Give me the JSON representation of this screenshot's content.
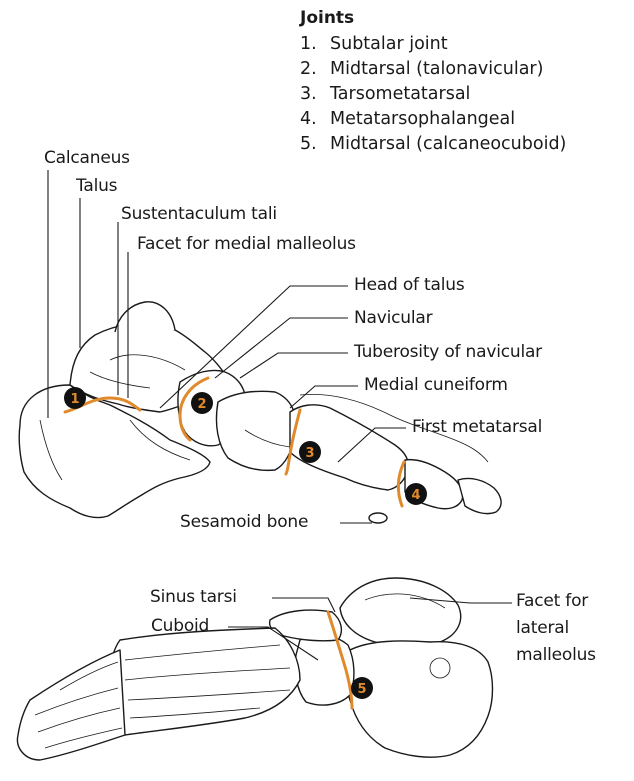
{
  "colors": {
    "joint": "#e08a2c",
    "badge_fill": "#111111",
    "badge_text": "#e08a2c",
    "line": "#1a1a1a"
  },
  "legend": {
    "title": "Joints",
    "items": [
      {
        "num": "1.",
        "text": "Subtalar joint"
      },
      {
        "num": "2.",
        "text": "Midtarsal (talonavicular)"
      },
      {
        "num": "3.",
        "text": "Tarsometatarsal"
      },
      {
        "num": "4.",
        "text": "Metatarsophalangeal"
      },
      {
        "num": "5.",
        "text": "Midtarsal (calcaneocuboid)"
      }
    ]
  },
  "medial_view": {
    "labels": {
      "calcaneus": "Calcaneus",
      "talus": "Talus",
      "sustentaculum_tali": "Sustentaculum tali",
      "facet_medial_malleolus": "Facet for medial malleolus",
      "head_of_talus": "Head of talus",
      "navicular": "Navicular",
      "tuberosity_navicular": "Tuberosity of navicular",
      "medial_cuneiform": "Medial cuneiform",
      "first_metatarsal": "First metatarsal",
      "sesamoid_bone": "Sesamoid bone"
    },
    "badges": [
      "1",
      "2",
      "3",
      "4"
    ]
  },
  "lateral_view": {
    "labels": {
      "sinus_tarsi": "Sinus tarsi",
      "cuboid": "Cuboid",
      "facet_lateral_malleolus_1": "Facet for",
      "facet_lateral_malleolus_2": "lateral",
      "facet_lateral_malleolus_3": "malleolus"
    },
    "badges": [
      "5"
    ]
  }
}
